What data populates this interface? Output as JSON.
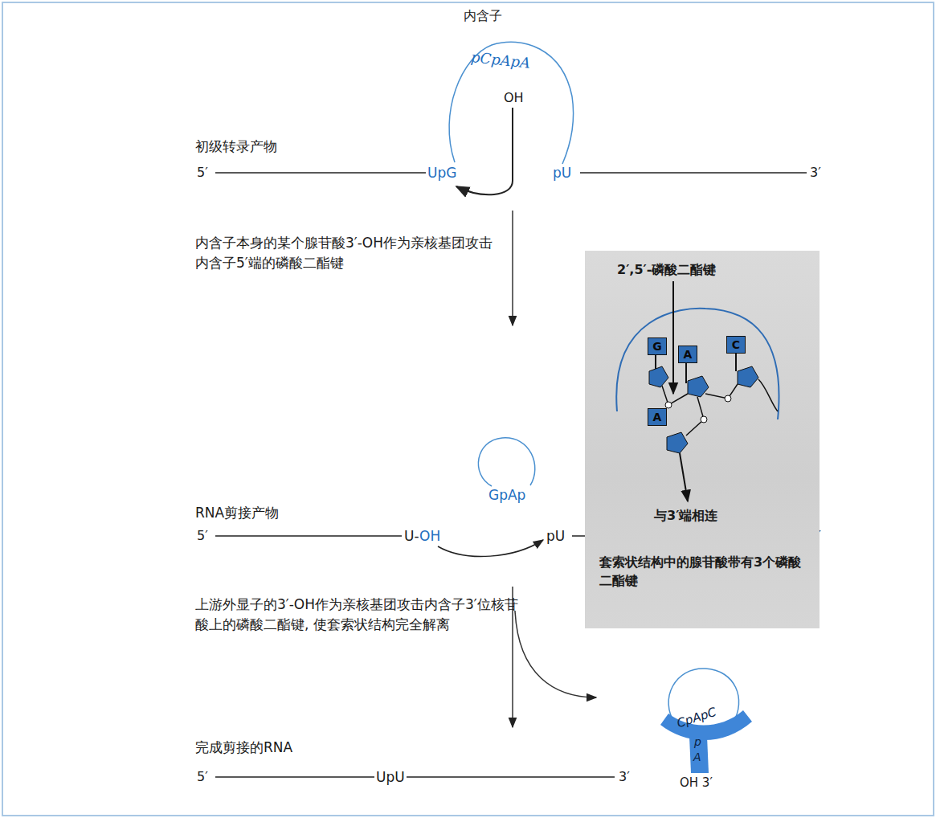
{
  "diagram": {
    "nodes": [
      {
        "text": [
          "2′,5′-磷酸二酯键",
          "与3′端相连",
          "套索状结构中的腺苷酸带有3个磷酸二酯键"
        ]
      },
      {
        "text": [
          "G"
        ],
        "in": 0
      },
      {
        "text": [
          "A"
        ],
        "in": 0
      },
      {
        "text": [
          "C"
        ],
        "in": 0
      },
      {
        "text": [
          "A"
        ],
        "in": 0
      }
    ],
    "labels": [
      "内含子",
      "pCpApA",
      "OH",
      "初级转录产物",
      "5′",
      "UpG",
      "pU",
      "3′",
      "内含子本身的某个腺苷酸3′-OH作为亲核基团攻击内含子5′端的磷酸二酯键",
      "GpAp",
      "RNA剪接产物",
      "5′",
      "U-",
      "OH",
      "pU",
      "3′",
      "上游外显子的3′-OH作为亲核基团攻击内含子3′位核苷酸上的磷酸二酯键, 使套索状结构完全解离",
      "完成剪接的RNA",
      "5′",
      "UpU",
      "3′",
      "CpApC",
      "p",
      "A",
      "OH 3′"
    ]
  }
}
